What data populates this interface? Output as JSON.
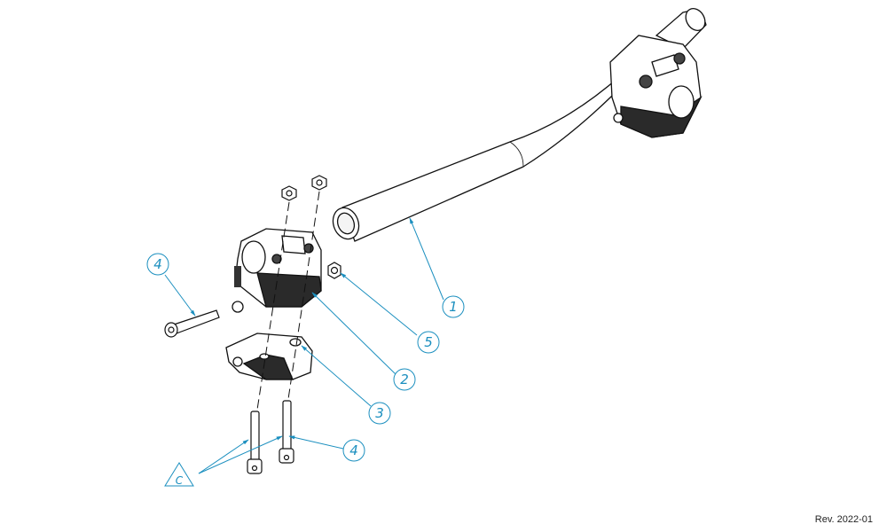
{
  "callouts": {
    "c1": "1",
    "c2": "2",
    "c3": "3",
    "c4_left": "4",
    "c4_bottom": "4",
    "c5": "5",
    "note_c": "C"
  },
  "footer": {
    "revision": "Rev. 2022-01"
  },
  "colors": {
    "leader": "#1b8fbf",
    "outline": "#111111",
    "fill_dark": "#2a2a2a"
  }
}
